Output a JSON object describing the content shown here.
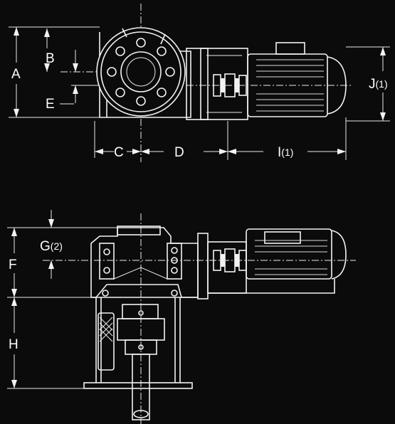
{
  "labels": {
    "A": "A",
    "B": "B",
    "E": "E",
    "C": "C",
    "D": "D",
    "I_main": "I",
    "I_sup": "(1)",
    "J_main": "J",
    "J_sup": "(1)",
    "G_main": "G",
    "G_sup": "(2)",
    "F": "F",
    "H": "H"
  },
  "colors": {
    "background": "#0b0b0b",
    "line": "#f2f2f2"
  }
}
